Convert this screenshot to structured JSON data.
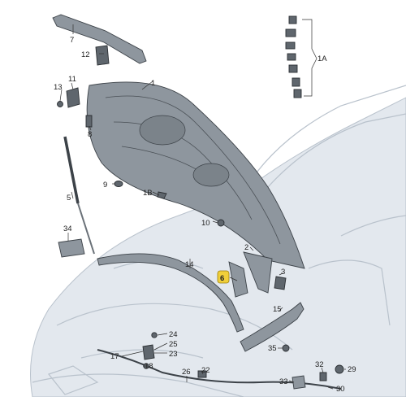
{
  "labels": {
    "l1": "1",
    "l1a": "1A",
    "l1b": "1B",
    "l2": "2",
    "l3": "3",
    "l5": "5",
    "l6": "6",
    "l7": "7",
    "l8": "8",
    "l9": "9",
    "l10": "10",
    "l11": "11",
    "l12": "12",
    "l13": "13",
    "l14": "14",
    "l15": "15",
    "l17": "17",
    "l18": "18",
    "l22": "22",
    "l23": "23",
    "l24": "24",
    "l25": "25",
    "l26": "26",
    "l29": "29",
    "l30": "30",
    "l32": "32",
    "l33": "33",
    "l34": "34",
    "l35": "35"
  },
  "highlighted_label": "6",
  "colors": {
    "highlight": "#f0cf3a",
    "car_outline": "#b9c2cc",
    "part": "#8e969e"
  }
}
